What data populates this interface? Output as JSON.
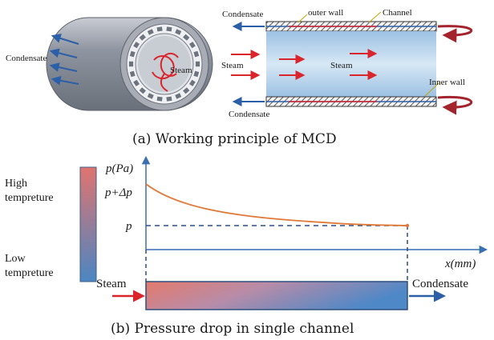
{
  "top": {
    "caption": "(a) Working principle of MCD",
    "left_condensate": "Condensate",
    "steam_center": "Steam",
    "top_condensate": "Condensate",
    "outer_wall": "outer wall",
    "channel": "Channel",
    "steam_in": "Steam",
    "steam_inside": "Steam",
    "inner_wall": "Inner wall",
    "bottom_condensate": "Condensate"
  },
  "bottom": {
    "caption": "(b) Pressure drop in single channel",
    "temp_high": [
      "High",
      "tempreture"
    ],
    "temp_low": [
      "Low",
      "tempreture"
    ],
    "y_axis_label": "p(Pa)",
    "y_tick_high": "p+Δp",
    "y_tick_p": "p",
    "x_axis_label": "x(mm)",
    "steam_label": "Steam",
    "condensate_label": "Condensate"
  },
  "colors": {
    "hot": "#e0746f",
    "cold": "#4b86c2",
    "arrow_red": "#d9252b",
    "arrow_blue": "#2b5fa8",
    "curve": "#e07a3a",
    "axis": "#3a6fb0"
  }
}
